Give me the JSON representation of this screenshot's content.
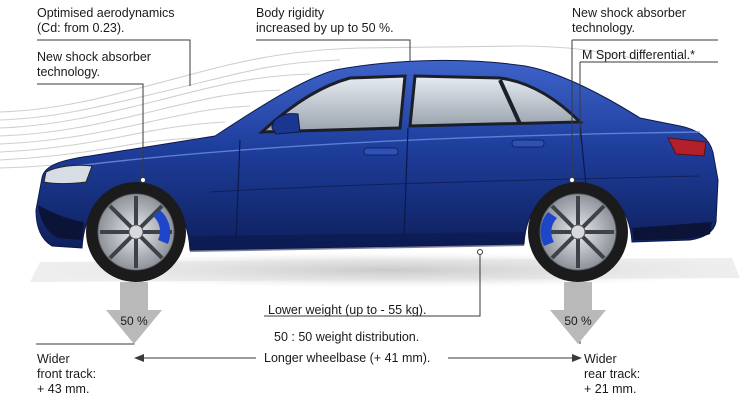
{
  "annotations": {
    "aero_line1": "Optimised aerodynamics",
    "aero_line2": "(Cd: from 0.23).",
    "rigidity_line1": "Body rigidity",
    "rigidity_line2": "increased by up to 50 %.",
    "front_shock_line1": "New shock absorber",
    "front_shock_line2": "technology.",
    "rear_shock_line1": "New shock absorber",
    "rear_shock_line2": "technology.",
    "differential": "M Sport differential.*",
    "weight": "Lower weight (up to - 55 kg).",
    "distribution": "50 : 50 weight distribution.",
    "wheelbase": "Longer wheelbase (+ 41 mm).",
    "front_track_line1": "Wider",
    "front_track_line2": "front track:",
    "front_track_line3": "+ 43 mm.",
    "rear_track_line1": "Wider",
    "rear_track_line2": "rear track:",
    "rear_track_line3": "+ 21 mm.",
    "front_pct": "50 %",
    "rear_pct": "50 %"
  },
  "colors": {
    "car_body": "#1f3f9e",
    "car_dark": "#0e1f5c",
    "glass": "#2b3038",
    "tire": "#1b1b1b",
    "rim": "#c9ccd2",
    "caliper": "#1e46c8",
    "arrow_grey": "#b9b9b9",
    "leader_line": "#3a3a3a",
    "airflow": "#cfcfcf"
  }
}
